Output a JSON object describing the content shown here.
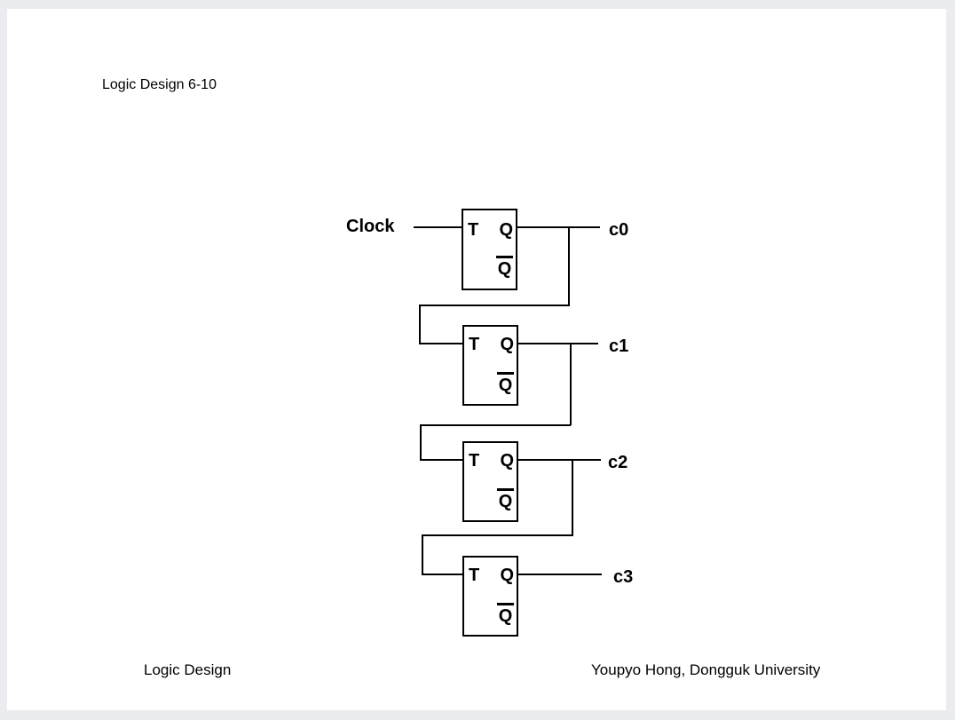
{
  "colors": {
    "surround_background": "#eaecf0",
    "page_background": "#ffffff",
    "ink": "#000000"
  },
  "header": {
    "title": "Logic Design 6-10"
  },
  "diagram": {
    "clock_label": "Clock",
    "flipflops": [
      {
        "t": "T",
        "q": "Q",
        "qbar": "Q",
        "output": "c0"
      },
      {
        "t": "T",
        "q": "Q",
        "qbar": "Q",
        "output": "c1"
      },
      {
        "t": "T",
        "q": "Q",
        "qbar": "Q",
        "output": "c2"
      },
      {
        "t": "T",
        "q": "Q",
        "qbar": "Q",
        "output": "c3"
      }
    ]
  },
  "footer": {
    "left": "Logic Design",
    "right": "Youpyo Hong, Dongguk University"
  }
}
